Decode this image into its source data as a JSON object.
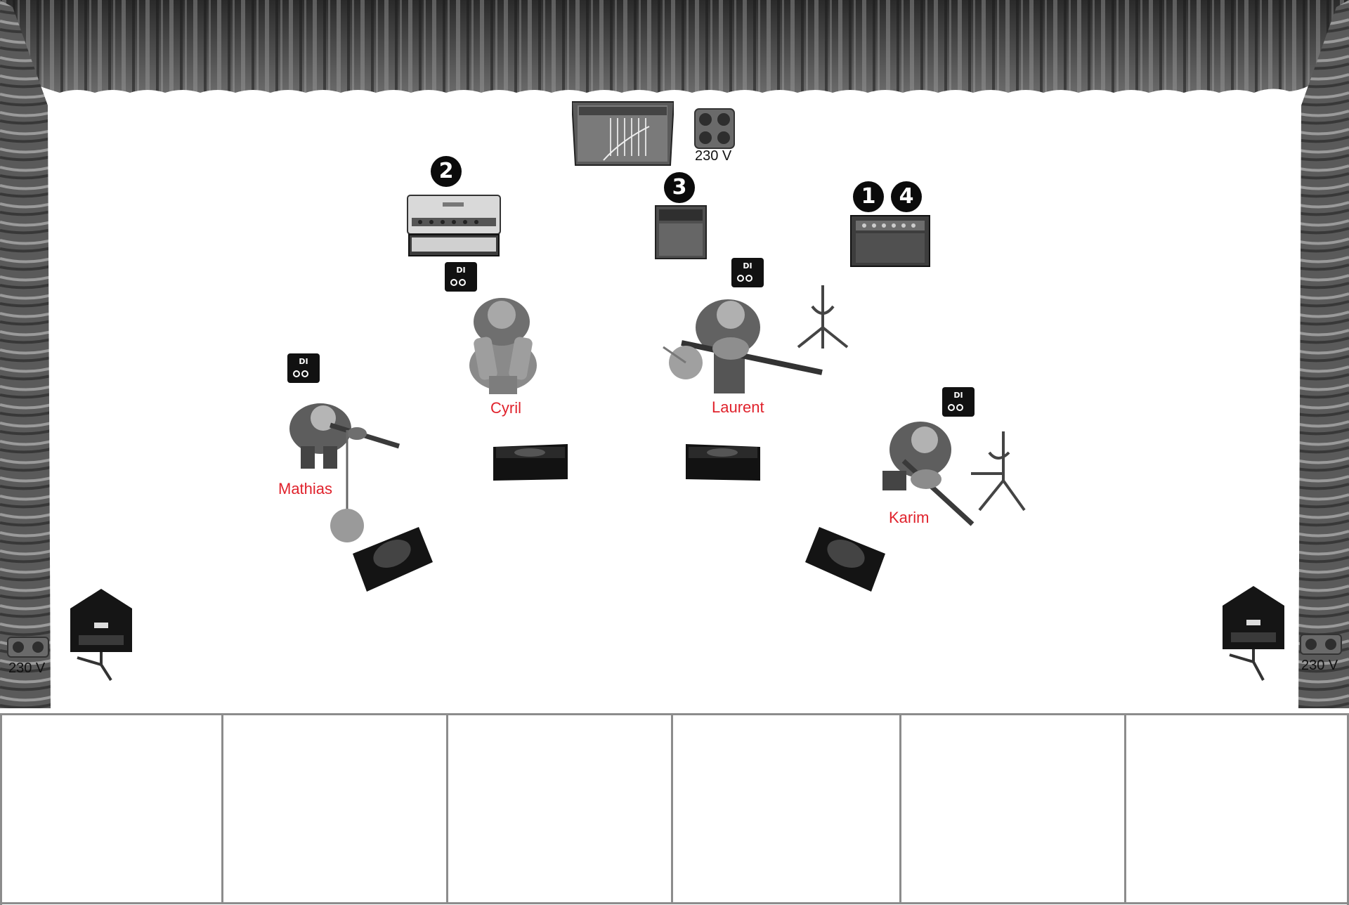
{
  "musicians": [
    {
      "name": "Mathias"
    },
    {
      "name": "Cyril"
    },
    {
      "name": "Laurent"
    },
    {
      "name": "Karim"
    }
  ],
  "power_outlets": [
    {
      "label": "230 V"
    },
    {
      "label": "230 V"
    },
    {
      "label": "230 V"
    }
  ],
  "equipment_numbers": [
    {
      "number": "2"
    },
    {
      "number": "3"
    },
    {
      "number": "1"
    },
    {
      "number": "4"
    }
  ],
  "di_box_label": "DI",
  "colors": {
    "name_text": "#e0222c",
    "badge": "#0b0b0b",
    "curtain_dark": "#3a3a3a",
    "curtain_light": "#9a9a9a",
    "grid_line": "#8c8c8c"
  },
  "bottom_grid": {
    "columns": 6
  }
}
